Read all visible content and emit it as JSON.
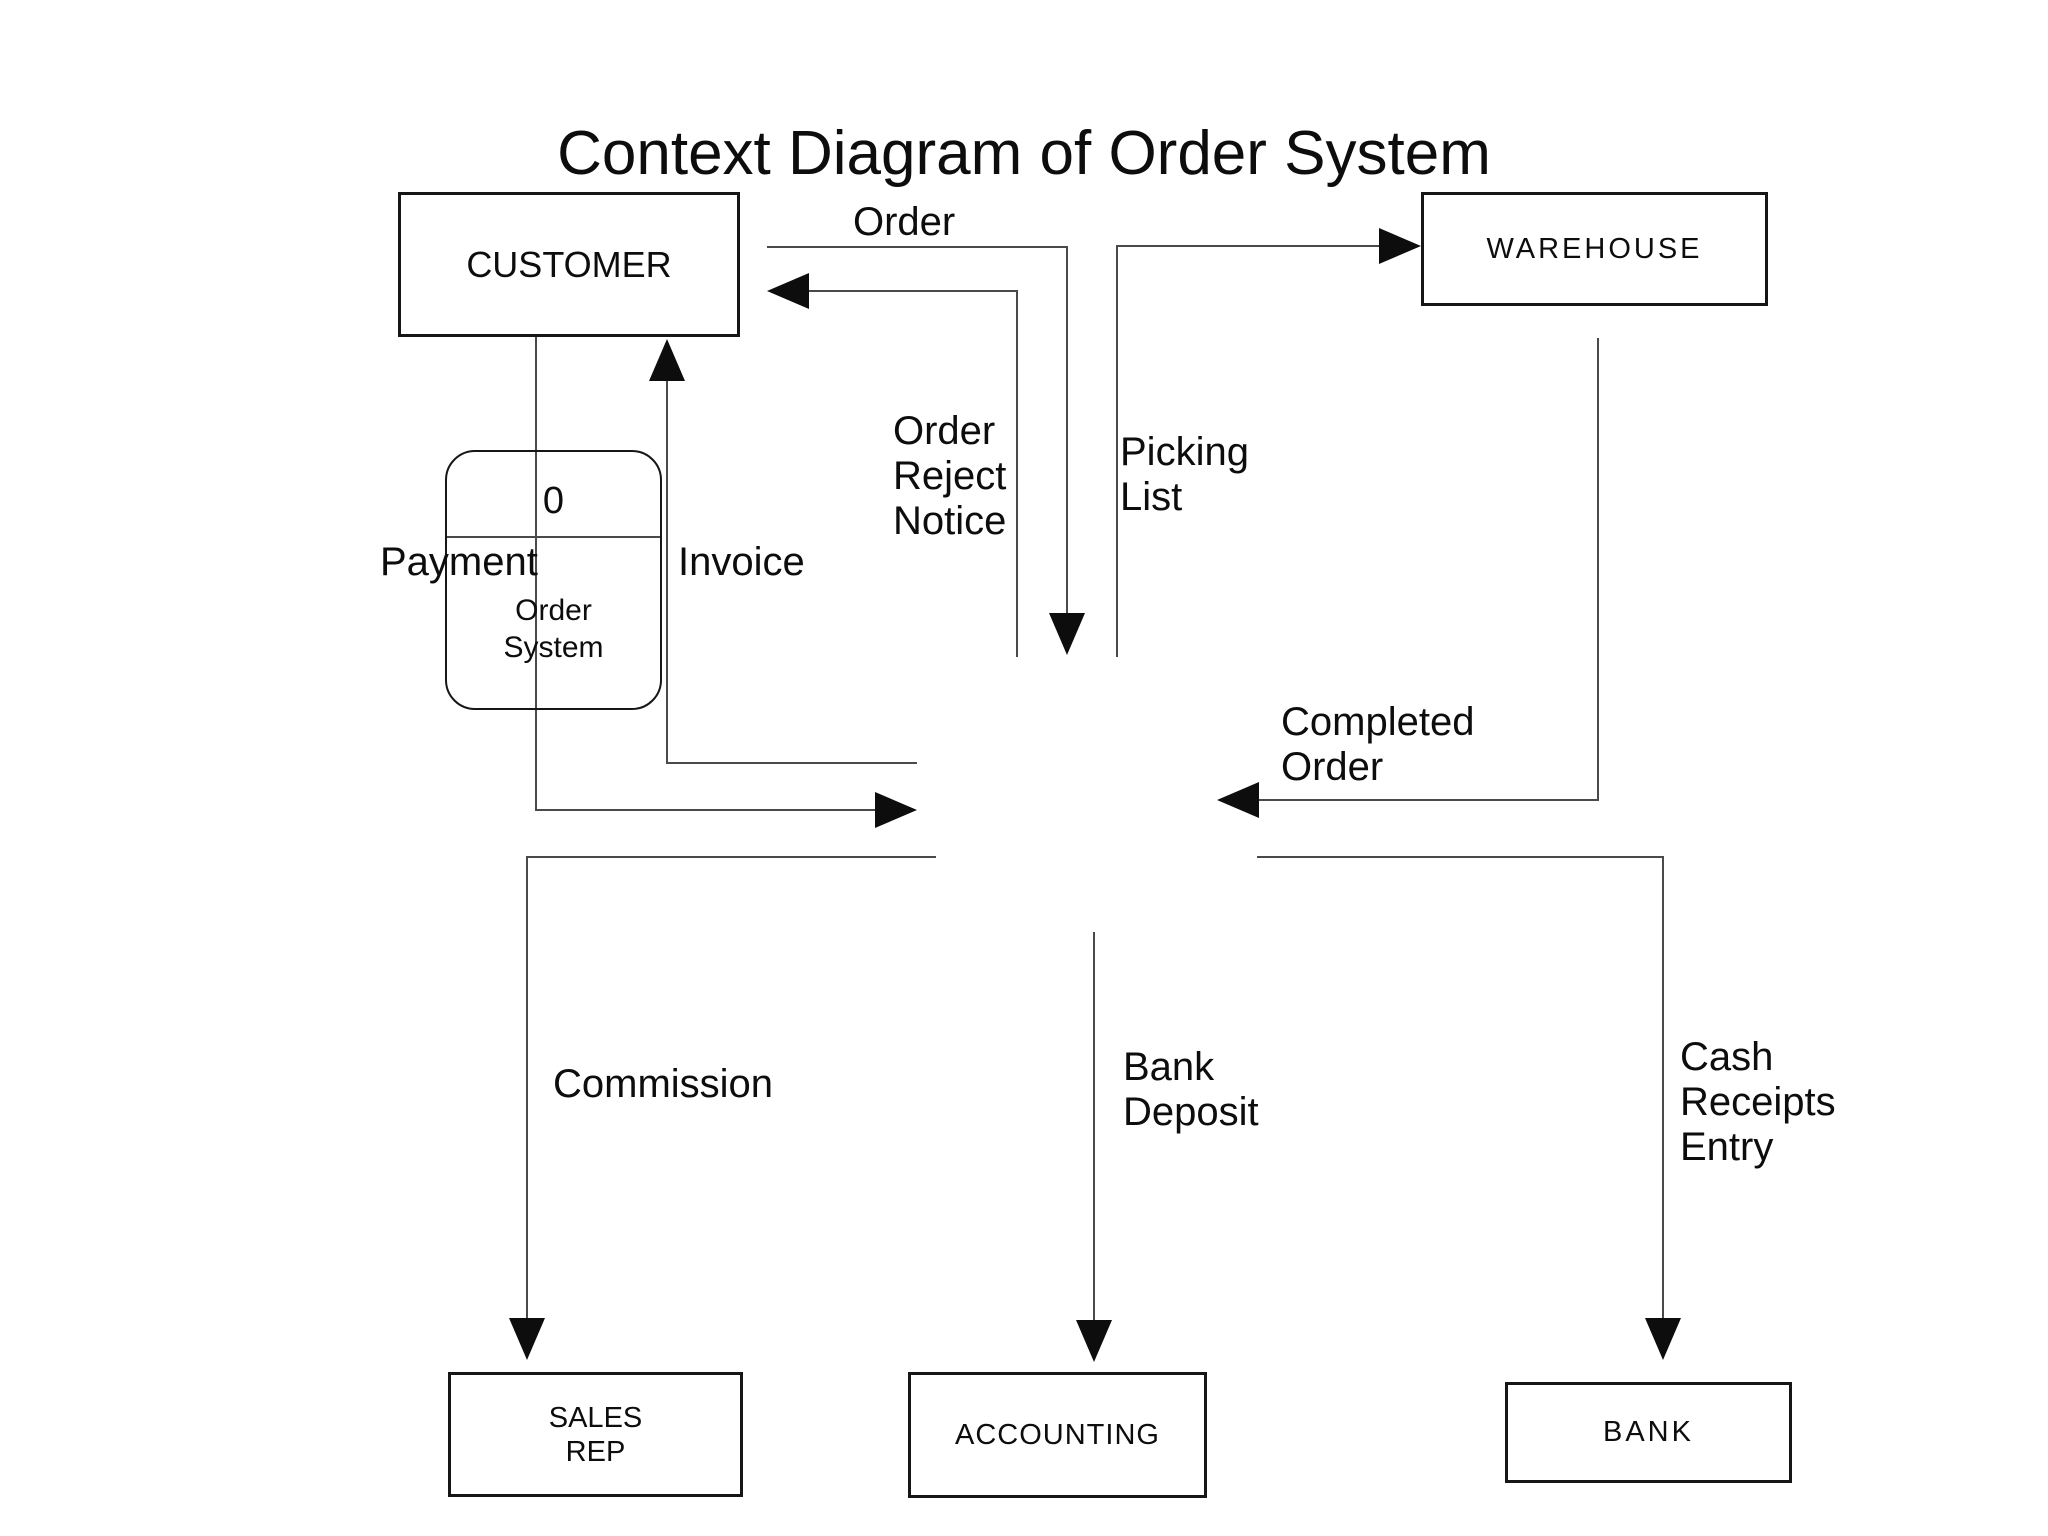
{
  "title": "Context Diagram of Order System",
  "process": {
    "number": "0",
    "name_lines": [
      "Order",
      "System"
    ]
  },
  "entities": {
    "customer": {
      "label": "CUSTOMER"
    },
    "warehouse": {
      "label": "WAREHOUSE"
    },
    "sales_rep": {
      "lines": [
        "SALES",
        "REP"
      ]
    },
    "accounting": {
      "label": "ACCOUNTING"
    },
    "bank": {
      "label": "BANK"
    }
  },
  "flows": {
    "order": {
      "lines": [
        "Order"
      ]
    },
    "order_reject_notice": {
      "lines": [
        "Order",
        "Reject",
        "Notice"
      ]
    },
    "picking_list": {
      "lines": [
        "Picking",
        "List"
      ]
    },
    "payment": {
      "lines": [
        "Payment"
      ]
    },
    "invoice": {
      "lines": [
        "Invoice"
      ]
    },
    "completed_order": {
      "lines": [
        "Completed",
        "Order"
      ]
    },
    "commission": {
      "lines": [
        "Commission"
      ]
    },
    "bank_deposit": {
      "lines": [
        "Bank",
        "Deposit"
      ]
    },
    "cash_receipts_entry": {
      "lines": [
        "Cash",
        "Receipts",
        "Entry"
      ]
    }
  },
  "colors": {
    "line": "#4a4a4a",
    "arrowhead": "#0d0d0d",
    "box_border": "#161616",
    "background": "#ffffff",
    "text": "#0d0d0d"
  }
}
